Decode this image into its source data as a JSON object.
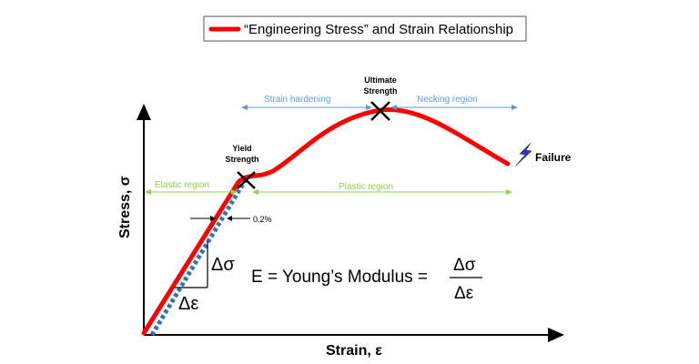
{
  "legend": {
    "label": "“Engineering Stress” and Strain Relationship",
    "color": "#ff0000"
  },
  "axes": {
    "x_label": "Strain, ε",
    "y_label": "Stress, σ"
  },
  "points": {
    "yield_label_1": "Yield",
    "yield_label_2": "Strength",
    "ultimate_label_1": "Ultimate",
    "ultimate_label_2": "Strength",
    "failure_label": "Failure"
  },
  "regions": {
    "strain_hardening": "Strain hardening",
    "necking": "Necking region",
    "elastic": "Elastic region",
    "plastic": "Plastic region"
  },
  "offset": {
    "label": "0.2%"
  },
  "slope": {
    "delta_sigma": "Δσ",
    "delta_epsilon": "Δε"
  },
  "equation": {
    "lhs": "E = Young’s Modulus =",
    "numerator": "Δσ",
    "denominator": "Δε"
  },
  "colors": {
    "curve": "#ff0000",
    "offset_line": "#2e75b6",
    "region_blue": "#5b9bd5",
    "region_green": "#92d050",
    "failure_bolt": "#3333cc",
    "marker": "#000000"
  }
}
